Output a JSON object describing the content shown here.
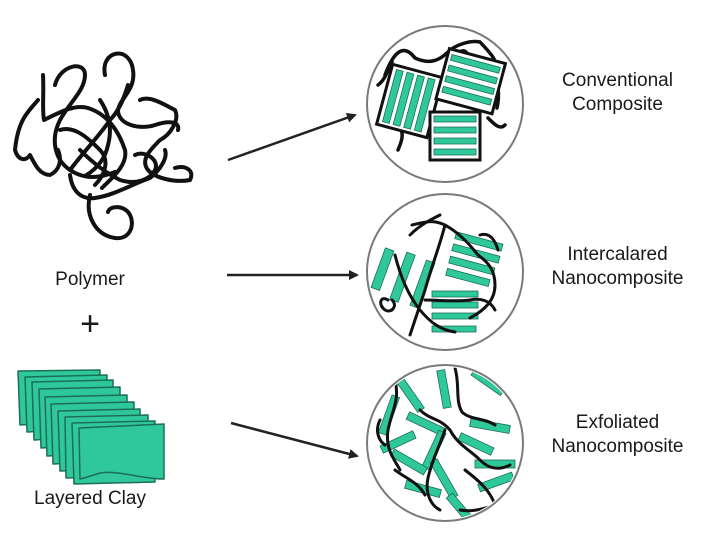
{
  "title": "Polymer–layered clay composite structures",
  "colors": {
    "clay_fill": "#2fc89a",
    "clay_stroke": "#1d6e57",
    "polymer_stroke": "#111111",
    "circle_stroke": "#7a7a7a",
    "arrow": "#222222"
  },
  "inputs": {
    "polymer_label": "Polymer",
    "operator": "+",
    "clay_label": "Layered Clay"
  },
  "outcomes": [
    {
      "line1": "Conventional",
      "line2": "Composite"
    },
    {
      "line1": "Intercalared",
      "line2": "Nanocomposite"
    },
    {
      "line1": "Exfoliated",
      "line2": "Nanocomposite"
    }
  ]
}
